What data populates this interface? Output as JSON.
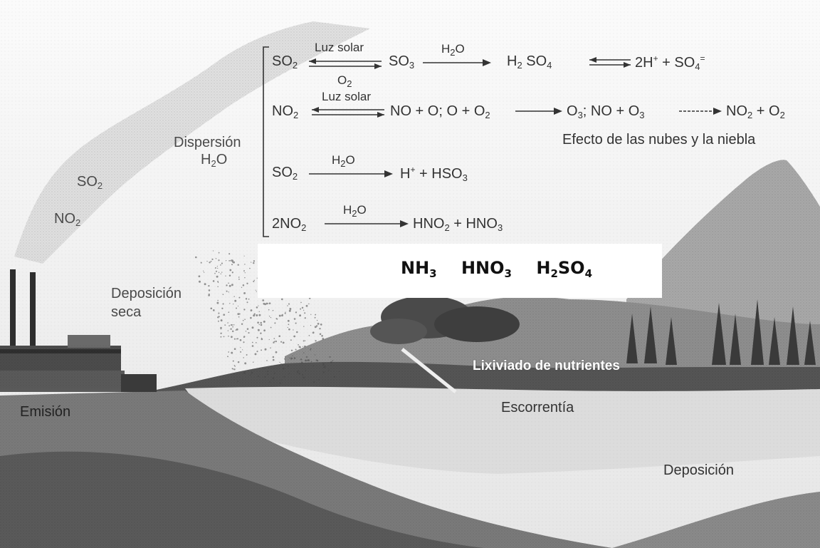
{
  "labels": {
    "plume_so2": {
      "base": "SO",
      "sub": "2"
    },
    "plume_no2": {
      "base": "NO",
      "sub": "2"
    },
    "dispersion": "Dispersión",
    "dispersion_h2o": {
      "base": "H",
      "sub": "2",
      "tail": "O"
    },
    "dry_deposition_1": "Deposición",
    "dry_deposition_2": "seca",
    "emission": "Emisión",
    "cloud_effect": "Efecto de las nubes y la niebla",
    "leaching": "Lixiviado de nutrientes",
    "runoff": "Escorrentía",
    "deposition": "Deposición"
  },
  "reactions": {
    "r1": {
      "left": {
        "base": "SO",
        "sub": "2"
      },
      "arrow1_top": "Luz solar",
      "arrow1_bottom": {
        "base": "O",
        "sub": "2"
      },
      "mid": {
        "base": "SO",
        "sub": "3"
      },
      "arrow2_top": {
        "base": "H",
        "sub": "2",
        "tail": "O"
      },
      "product": {
        "a": "H",
        "sub1": "2",
        "b": " SO",
        "sub2": "4"
      },
      "ions": {
        "a": "2H",
        "sup1": "+",
        "b": " + SO",
        "sub2": "4",
        "sup2": "="
      }
    },
    "r2": {
      "left": {
        "base": "NO",
        "sub": "2"
      },
      "arrow_top": "Luz solar",
      "right": "NO + O; O + O",
      "right_sub": "2",
      "product_a": {
        "base": "O",
        "sub": "3"
      },
      "mid2": "; NO + O",
      "mid2_sub": "3",
      "product_b": {
        "a": "NO",
        "sub1": "2",
        "b": " + O",
        "sub2": "2"
      }
    },
    "r3": {
      "left": {
        "base": "SO",
        "sub": "2"
      },
      "arrow_top": {
        "base": "H",
        "sub": "2",
        "tail": "O"
      },
      "product": {
        "a": "H",
        "sup": "+",
        "b": " + HSO",
        "sub": "3"
      }
    },
    "r4": {
      "left": {
        "base": "2NO",
        "sub": "2"
      },
      "arrow_top": {
        "base": "H",
        "sub": "2",
        "tail": "O"
      },
      "product": {
        "a": "HNO",
        "sub1": "2",
        "b": " + HNO",
        "sub2": "3"
      }
    }
  },
  "banner": {
    "items": [
      {
        "base": "NH",
        "sub": "3"
      },
      {
        "base": "HNO",
        "sub": "3"
      },
      {
        "base": "H",
        "sub": "2",
        "base2": "SO",
        "sub2": "4"
      }
    ]
  },
  "colors": {
    "sky": "#f4f4f4",
    "hill": "#9a9a9a",
    "ground": "#6f6f6f",
    "lake": "#d9d9d9",
    "trees": "#3a3a3a"
  },
  "icons": [
    "factory-icon",
    "chimney-icon",
    "tree-icon",
    "mountain-icon"
  ]
}
